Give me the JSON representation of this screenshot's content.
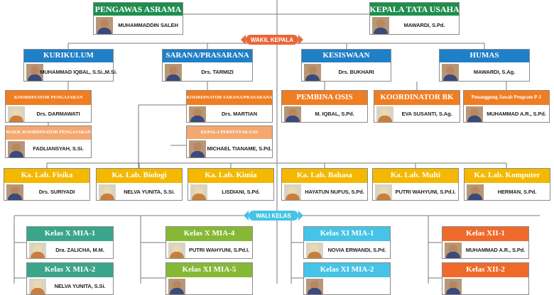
{
  "colors": {
    "green": "#1e8e4e",
    "blue": "#1f7fc7",
    "orange": "#ef7d22",
    "light_orange": "#f4a870",
    "yellow": "#f4b800",
    "teal": "#3aa58a",
    "lime": "#86b836",
    "cyan": "#46c3e6",
    "deep_orange": "#ef6a2a",
    "line": "#7a7a7a"
  },
  "dividers": {
    "wakil_kepala": "WAKIL KEPALA",
    "wali_kelas": "WALI KELAS"
  },
  "boxes": [
    {
      "id": "pengawas-asrama",
      "title": "PENGAWAS ASRAMA",
      "name": "MUHAMMADDIN SALEH",
      "color": "green",
      "photo": "male"
    },
    {
      "id": "kepala-tata-usaha",
      "title": "KEPALA TATA USAHA",
      "name": "MAWARDI, S.Pd.",
      "color": "green",
      "photo": "male"
    },
    {
      "id": "kurikulum",
      "title": "KURIKULUM",
      "name": "MUHAMMAD IQBAL, S.Si.,M.Si.",
      "color": "blue",
      "photo": "male"
    },
    {
      "id": "sarana-prasarana",
      "title": "SARANA/PRASARANA",
      "name": "Drs. TARMIZI",
      "color": "blue",
      "photo": "male"
    },
    {
      "id": "kesiswaan",
      "title": "KESISWAAN",
      "name": "Drs. BUKHARI",
      "color": "blue",
      "photo": "male"
    },
    {
      "id": "humas",
      "title": "HUMAS",
      "name": "MAWARDI, S.Ag.",
      "color": "blue",
      "photo": "male"
    },
    {
      "id": "koordinator-pengajaran",
      "title": "KOORDINATOR PENGAJARAN",
      "name": "Drs. DARMAWATI",
      "color": "orange",
      "photo": "female"
    },
    {
      "id": "wakil-koordinator-pengajaran",
      "title": "WAKIL KOORDINATOR PENGAJARAN",
      "name": "FADLIANSYAH, S.Si.",
      "color": "light_orange",
      "photo": "male"
    },
    {
      "id": "koordinator-sarana",
      "title": "KOORDINATOR SARANA/PRASARANA",
      "name": "Drs. MARTIAN",
      "color": "orange",
      "photo": "male"
    },
    {
      "id": "kepala-perpustakaan",
      "title": "KEPALA PERPUSTAKAAN",
      "name": "MICHAEL TIANAME, S.Pd.",
      "color": "light_orange",
      "photo": "male"
    },
    {
      "id": "pembina-osis",
      "title": "PEMBINA OSIS",
      "name": "M. IQBAL, S.Pd.",
      "color": "orange",
      "photo": "male"
    },
    {
      "id": "koordinator-bk",
      "title": "KOORDINATOR BK",
      "name": "EVA SUSANTI, S.Ag.",
      "color": "orange",
      "photo": "female"
    },
    {
      "id": "penanggung-jawab",
      "title": "Penanggung Jawab Program P-1",
      "name": "MUHAMMAD A.R., S.Pd.",
      "color": "orange",
      "photo": "male"
    },
    {
      "id": "lab-fisika",
      "title": "Ka. Lab. Fisika",
      "name": "Drs. SURIYADI",
      "color": "yellow",
      "photo": "male"
    },
    {
      "id": "lab-biologi",
      "title": "Ka. Lab. Biologi",
      "name": "NELVA YUNITA, S.Si.",
      "color": "yellow",
      "photo": "female"
    },
    {
      "id": "lab-kimia",
      "title": "Ka. Lab. Kimia",
      "name": "LISDIANI, S.Pd.",
      "color": "yellow",
      "photo": "female"
    },
    {
      "id": "lab-bahasa",
      "title": "Ka. Lab. Bahasa",
      "name": "HAYATUN NUFUS, S.Pd.",
      "color": "yellow",
      "photo": "female"
    },
    {
      "id": "lab-multi",
      "title": "Ka. Lab. Multi",
      "name": "PUTRI WAHYUNI, S.Pd.I.",
      "color": "yellow",
      "photo": "female"
    },
    {
      "id": "lab-komputer",
      "title": "Ka. Lab. Komputer",
      "name": "HERMAN, S.Pd.",
      "color": "yellow",
      "photo": "male"
    },
    {
      "id": "kelas-x-mia-1",
      "title": "Kelas X MIA-1",
      "name": "Dra. ZALICHA, M.M.",
      "color": "teal",
      "photo": "female"
    },
    {
      "id": "kelas-x-mia-4",
      "title": "Kelas X MIA-4",
      "name": "PUTRI WAHYUNI, S.Pd.I.",
      "color": "lime",
      "photo": "female"
    },
    {
      "id": "kelas-xi-mia-1",
      "title": "Kelas XI MIA-1",
      "name": "NOVIA ERWANDI, S.Pd.",
      "color": "cyan",
      "photo": "female"
    },
    {
      "id": "kelas-xii-1",
      "title": "Kelas XII-1",
      "name": "MUHAMMAD A.R., S.Pd.",
      "color": "deep_orange",
      "photo": "male"
    },
    {
      "id": "kelas-x-mia-2",
      "title": "Kelas X MIA-2",
      "name": "NELVA YUNITA, S.Si.",
      "color": "teal",
      "photo": "female"
    },
    {
      "id": "kelas-xi-mia-5",
      "title": "Kelas XI MIA-5",
      "name": "",
      "color": "lime",
      "photo": "male"
    },
    {
      "id": "kelas-xi-mia-2",
      "title": "Kelas XI MIA-2",
      "name": "",
      "color": "cyan",
      "photo": "male"
    },
    {
      "id": "kelas-xii-2",
      "title": "Kelas XII-2",
      "name": "",
      "color": "deep_orange",
      "photo": "male"
    }
  ]
}
